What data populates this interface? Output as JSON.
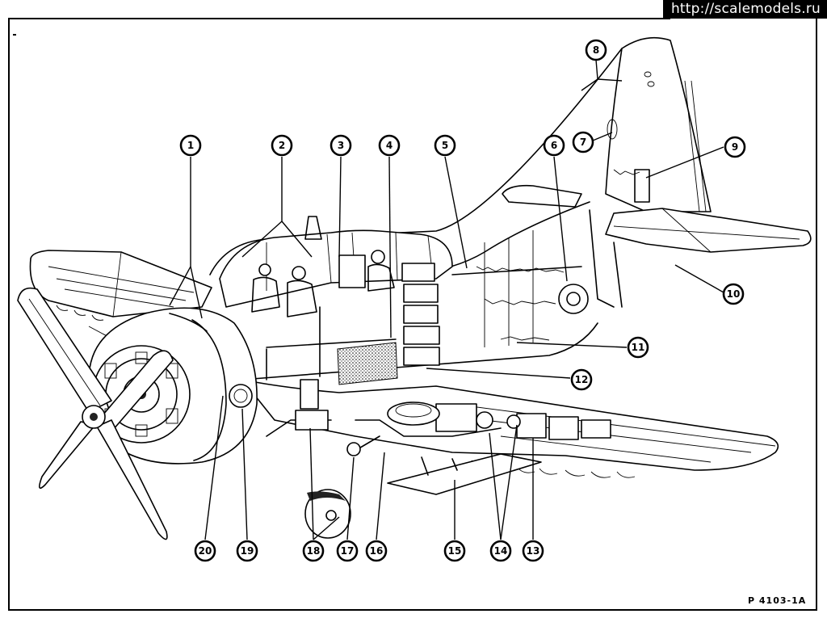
{
  "watermark": "http://scalemodels.ru",
  "document_number": "P 4103-1A",
  "callouts": [
    "1",
    "2",
    "3",
    "4",
    "5",
    "6",
    "7",
    "8",
    "9",
    "10",
    "11",
    "12",
    "13",
    "14",
    "15",
    "16",
    "17",
    "18",
    "19",
    "20"
  ]
}
